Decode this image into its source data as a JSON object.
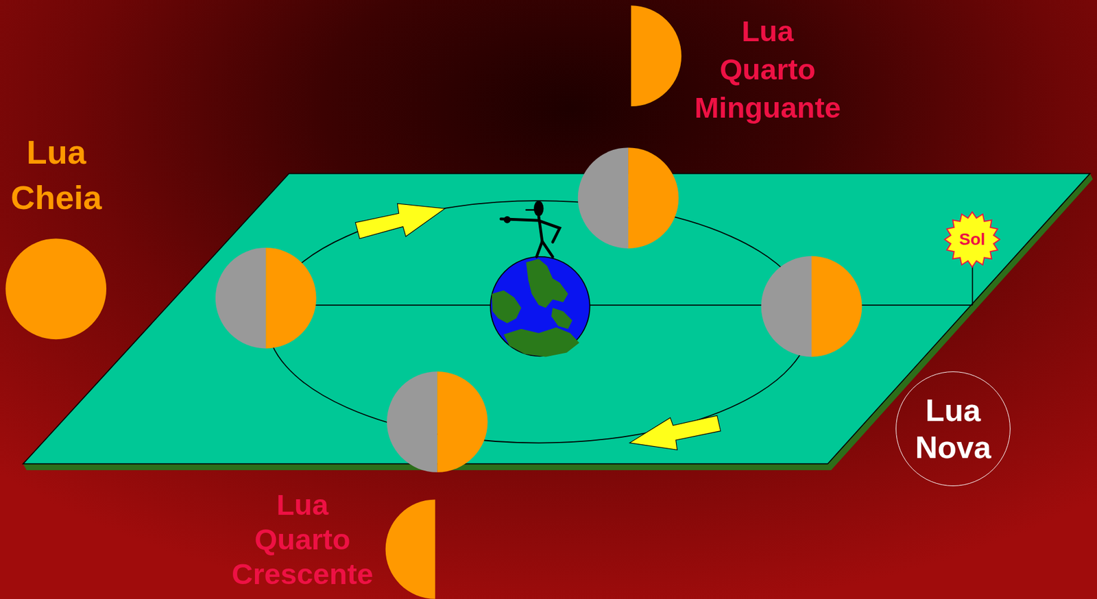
{
  "diagram": {
    "nodes": [
      {
        "text": [
          "Sol"
        ]
      },
      {
        "text": [
          "Lua Nova"
        ]
      }
    ],
    "labels": [
      "Lua Quarto Minguante",
      "Lua Cheia",
      "Lua Quarto Crescente"
    ]
  }
}
